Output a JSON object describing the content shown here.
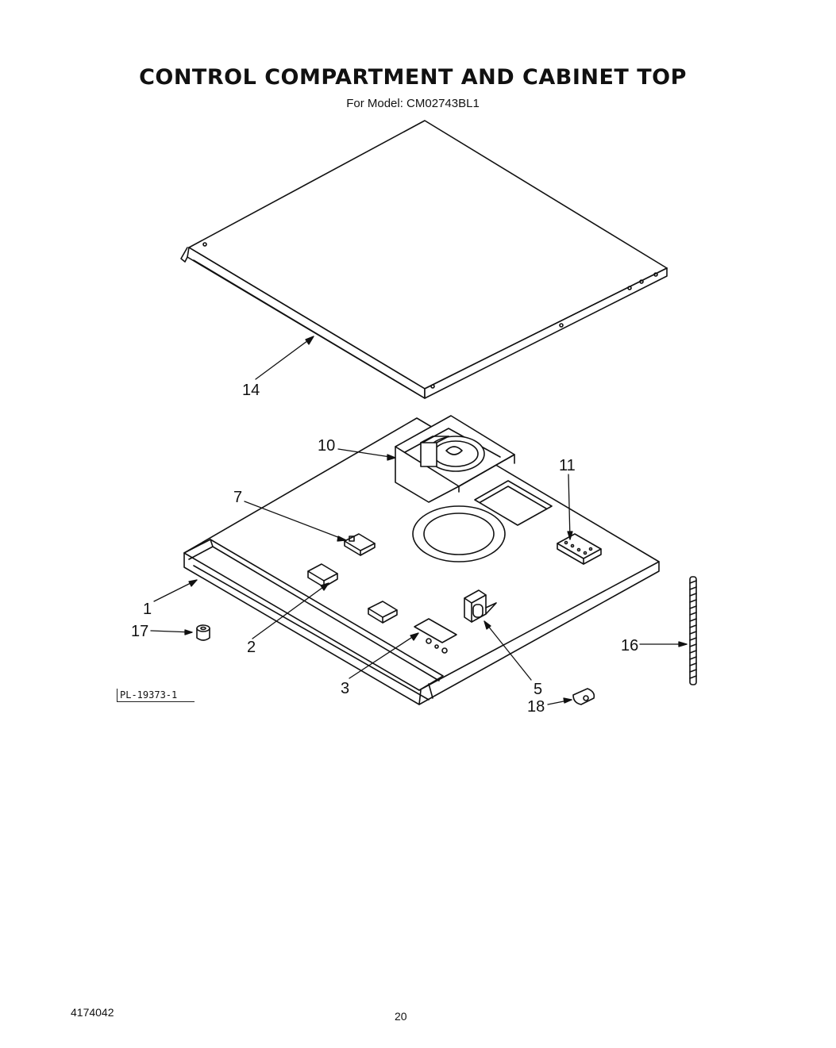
{
  "header": {
    "title": "CONTROL COMPARTMENT AND CABINET TOP",
    "subtitle": "For Model: CM02743BL1"
  },
  "callouts": {
    "c1": "1",
    "c2": "2",
    "c3": "3",
    "c5": "5",
    "c7": "7",
    "c10": "10",
    "c11": "11",
    "c14": "14",
    "c16": "16",
    "c17": "17",
    "c18": "18"
  },
  "reference_box": "PL-19373-1",
  "footer": {
    "doc_number": "4174042",
    "page_number": "20"
  }
}
